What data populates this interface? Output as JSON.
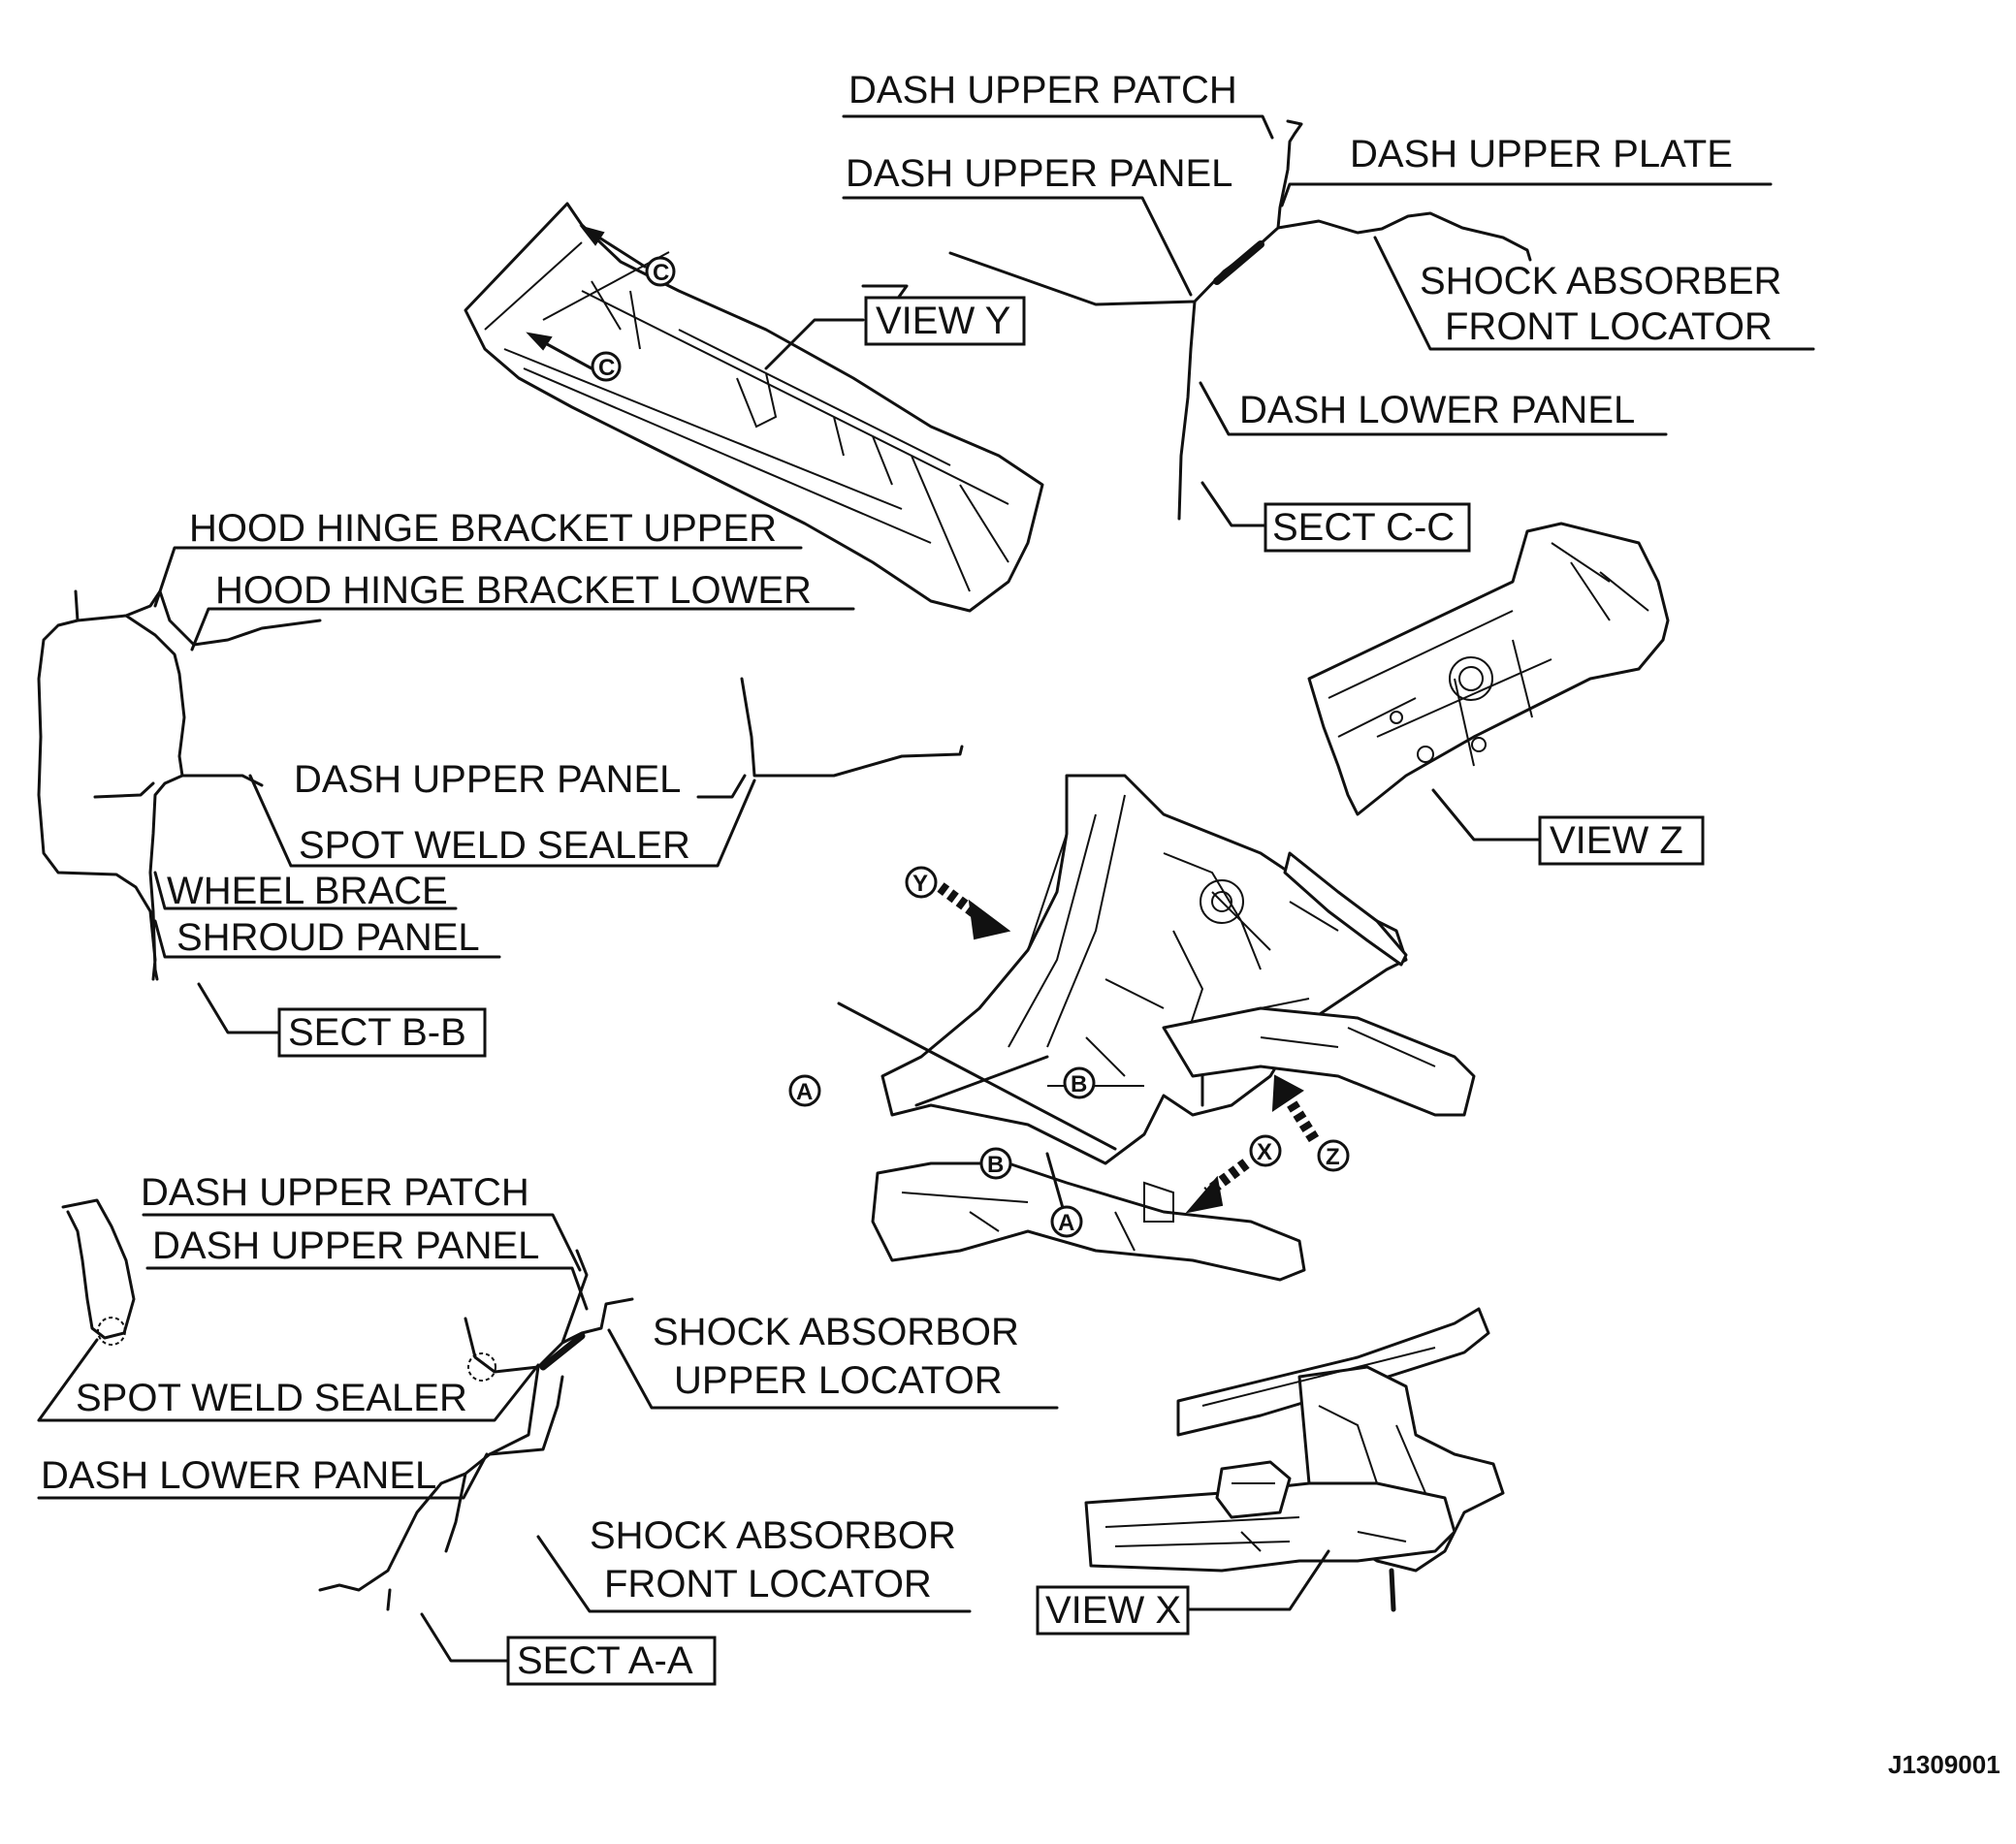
{
  "sect_c": {
    "dash_upper_patch": "DASH UPPER PATCH",
    "dash_upper_plate": "DASH UPPER PLATE",
    "dash_upper_panel": "DASH UPPER PANEL",
    "shock_absorber_front_locator_1": "SHOCK ABSORBER",
    "shock_absorber_front_locator_2": "FRONT LOCATOR",
    "dash_lower_panel": "DASH LOWER PANEL",
    "section_tag": "SECT C-C"
  },
  "view_y": {
    "tag": "VIEW Y",
    "marker_c1": "C",
    "marker_c2": "C"
  },
  "sect_b": {
    "hood_hinge_bracket_upper": "HOOD HINGE BRACKET UPPER",
    "hood_hinge_bracket_lower": "HOOD HINGE BRACKET LOWER",
    "dash_upper_panel": "DASH UPPER PANEL",
    "spot_weld_sealer": "SPOT WELD SEALER",
    "wheel_brace": "WHEEL BRACE",
    "shroud_panel": "SHROUD PANEL",
    "section_tag": "SECT B-B"
  },
  "view_z": {
    "tag": "VIEW Z"
  },
  "main_view": {
    "marker_y": "Y",
    "marker_a_top": "A",
    "marker_b_top": "B",
    "marker_b_bottom": "B",
    "marker_a_bottom": "A",
    "marker_x": "X",
    "marker_z": "Z"
  },
  "sect_a": {
    "dash_upper_patch": "DASH UPPER PATCH",
    "dash_upper_panel": "DASH UPPER PANEL",
    "shock_absorbor_upper_locator_1": "SHOCK ABSORBOR",
    "shock_absorbor_upper_locator_2": "UPPER LOCATOR",
    "spot_weld_sealer": "SPOT WELD SEALER",
    "dash_lower_panel": "DASH LOWER PANEL",
    "shock_absorbor_front_locator_1": "SHOCK ABSORBOR",
    "shock_absorbor_front_locator_2": "FRONT LOCATOR",
    "section_tag": "SECT A-A"
  },
  "view_x": {
    "tag": "VIEW X"
  },
  "figure_code": "J1309001"
}
